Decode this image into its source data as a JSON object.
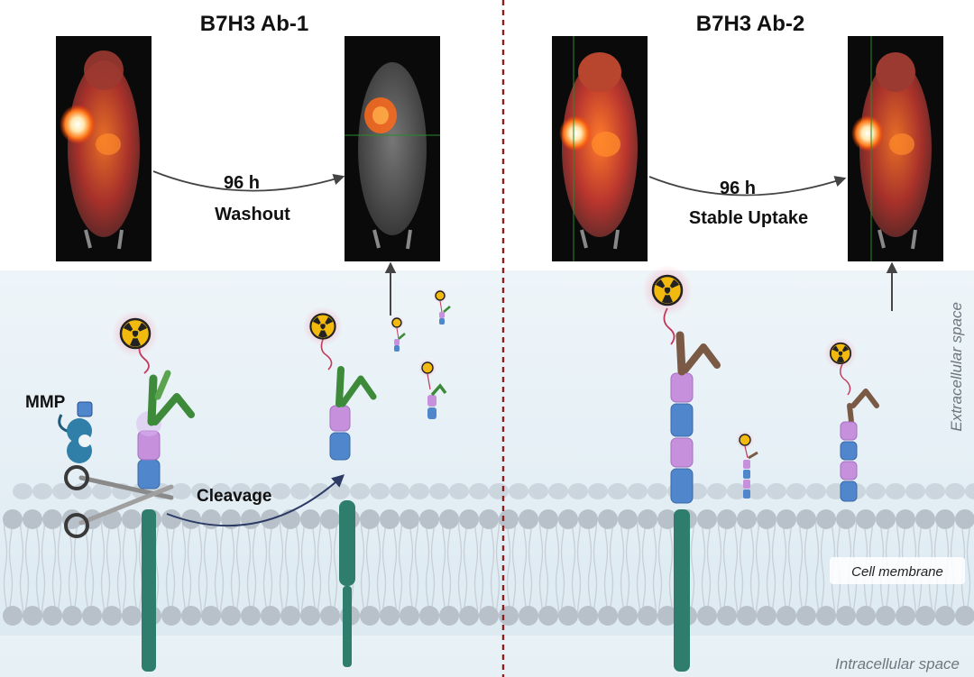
{
  "panels": {
    "left": {
      "title": "B7H3 Ab-1",
      "time_label": "96 h",
      "outcome_label": "Washout",
      "enzyme_label": "MMP",
      "process_label": "Cleavage"
    },
    "right": {
      "title": "B7H3 Ab-2",
      "time_label": "96 h",
      "outcome_label": "Stable Uptake"
    }
  },
  "regions": {
    "extracellular": "Extracellular space",
    "membrane": "Cell membrane",
    "intracellular": "Intracellular space"
  },
  "colors": {
    "background_extracellular": "#e6f1f6",
    "lipid_head": "#b8c1ca",
    "receptor": "#2e7d6d",
    "antibody_1": "#3d8a3a",
    "antibody_2": "#7a5a45",
    "domain_purple": "#c690dc",
    "domain_blue": "#4f86cc",
    "radio_yellow": "#f2b90f",
    "divider": "#8b1f1f"
  },
  "icons": [
    "radiation-icon",
    "scissors-icon",
    "mmp-enzyme-icon"
  ]
}
